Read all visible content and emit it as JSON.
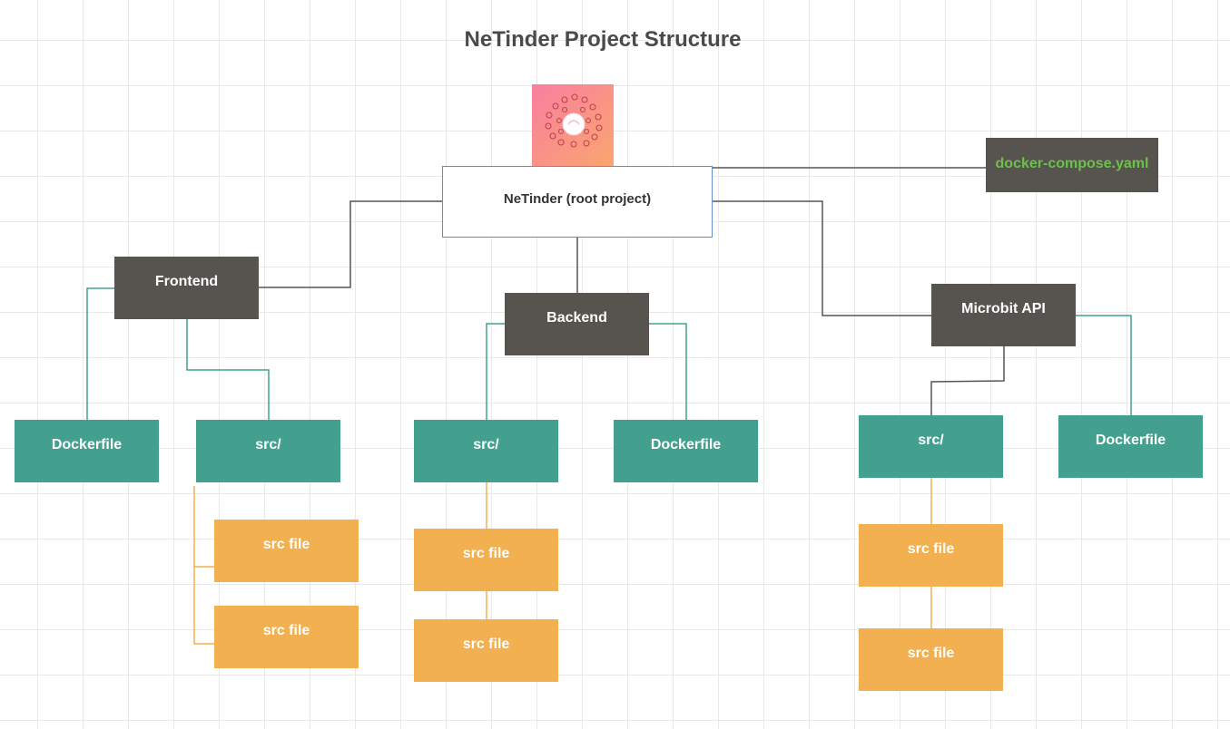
{
  "diagram": {
    "title": "NeTinder Project Structure",
    "root": "NeTinder (root project)",
    "logo_icon": "people-circle-logo-icon",
    "compose_file": "docker-compose.yaml",
    "frontend": {
      "label": "Frontend",
      "dockerfile": "Dockerfile",
      "src": "src/",
      "src_files": [
        "src file",
        "src file"
      ]
    },
    "backend": {
      "label": "Backend",
      "dockerfile": "Dockerfile",
      "src": "src/",
      "src_files": [
        "src file",
        "src file"
      ]
    },
    "microbit": {
      "label": "Microbit API",
      "dockerfile": "Dockerfile",
      "src": "src/",
      "src_files": [
        "src file",
        "src file"
      ]
    },
    "colors": {
      "dark_node": "#57544f",
      "teal_node": "#43a08f",
      "orange_node": "#f2b050",
      "root_border": "#5f8fcc",
      "compose_text": "#6cc04a",
      "logo_gradient_start": "#f77fa0",
      "logo_gradient_end": "#fba56f"
    }
  }
}
